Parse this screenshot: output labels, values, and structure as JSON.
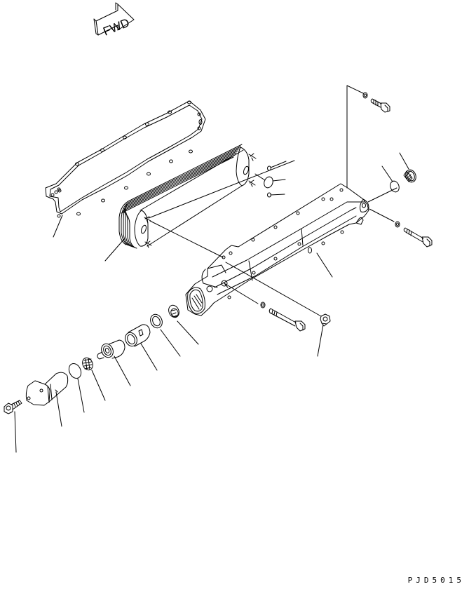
{
  "diagram": {
    "type": "exploded-parts-view",
    "subject": "oil cooler assembly",
    "direction_indicator": {
      "label": "FWD",
      "icon": "forward-arrow-icon"
    },
    "drawing_code": "PJD5015",
    "stroke_color": "#000000",
    "background_color": "#ffffff",
    "parts": [
      {
        "id": "gasket",
        "name": "Oil cooler gasket",
        "has_leader": true
      },
      {
        "id": "cooler-element",
        "name": "Oil cooler element (stacked plates)",
        "has_leader": true
      },
      {
        "id": "o-ring-small-1",
        "name": "O-ring (small, upper)",
        "has_leader": true
      },
      {
        "id": "o-ring-large",
        "name": "O-ring (large)",
        "has_leader": true
      },
      {
        "id": "o-ring-small-2",
        "name": "O-ring (small, lower)",
        "has_leader": true
      },
      {
        "id": "cover",
        "name": "Oil cooler cover / body",
        "has_leader": true
      },
      {
        "id": "bolt-top",
        "name": "Bolt with washer (top)",
        "has_leader": true
      },
      {
        "id": "plug",
        "name": "Plug",
        "has_leader": true
      },
      {
        "id": "plug-o-ring",
        "name": "O-ring for plug",
        "has_leader": true
      },
      {
        "id": "bolt-right",
        "name": "Bolt with washer (right)",
        "has_leader": true
      },
      {
        "id": "bolt-center",
        "name": "Bolt with washer (center)",
        "has_leader": false
      },
      {
        "id": "nut",
        "name": "Nut",
        "has_leader": true
      },
      {
        "id": "valve-seat-1",
        "name": "Seat",
        "has_leader": true
      },
      {
        "id": "valve-seat-2",
        "name": "Ring",
        "has_leader": true
      },
      {
        "id": "sleeve",
        "name": "Sleeve",
        "has_leader": true
      },
      {
        "id": "valve",
        "name": "Bypass valve",
        "has_leader": true
      },
      {
        "id": "spring",
        "name": "Spring",
        "has_leader": true
      },
      {
        "id": "o-ring-cap",
        "name": "O-ring",
        "has_leader": true
      },
      {
        "id": "cap",
        "name": "Valve cap",
        "has_leader": true
      },
      {
        "id": "bolt-cap",
        "name": "Bolt",
        "has_leader": true
      }
    ]
  }
}
